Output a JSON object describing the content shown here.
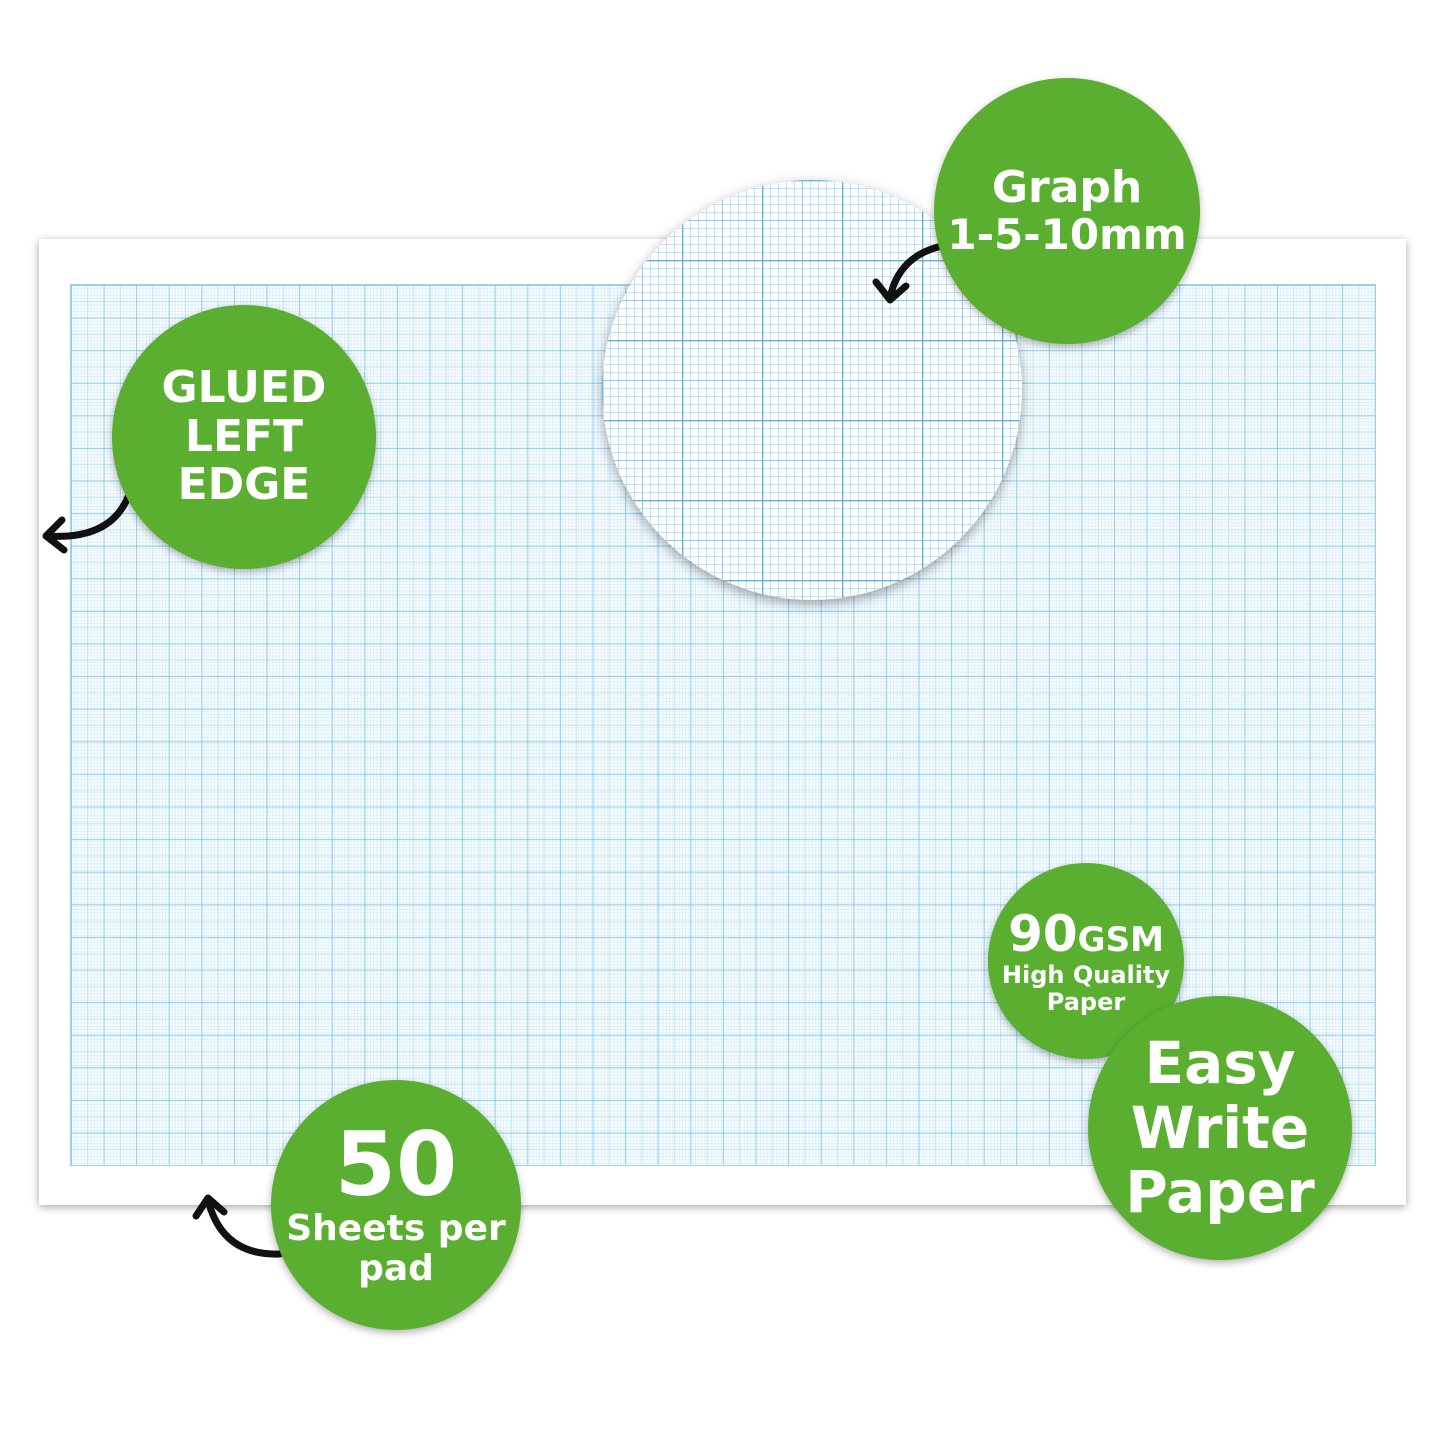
{
  "badges": {
    "glued": {
      "line1": "GLUED",
      "line2": "LEFT",
      "line3": "EDGE"
    },
    "graph": {
      "line1": "Graph",
      "line2": "1-5-10mm"
    },
    "gsm": {
      "number": "90",
      "unit": "GSM",
      "line2": "High Quality",
      "line3": "Paper"
    },
    "easy": {
      "line1": "Easy",
      "line2": "Write",
      "line3": "Paper"
    },
    "sheets": {
      "number": "50",
      "line2": "Sheets per",
      "line3": "pad"
    }
  },
  "colors": {
    "green": "#5aaf30",
    "grid": "#6ebee6"
  }
}
